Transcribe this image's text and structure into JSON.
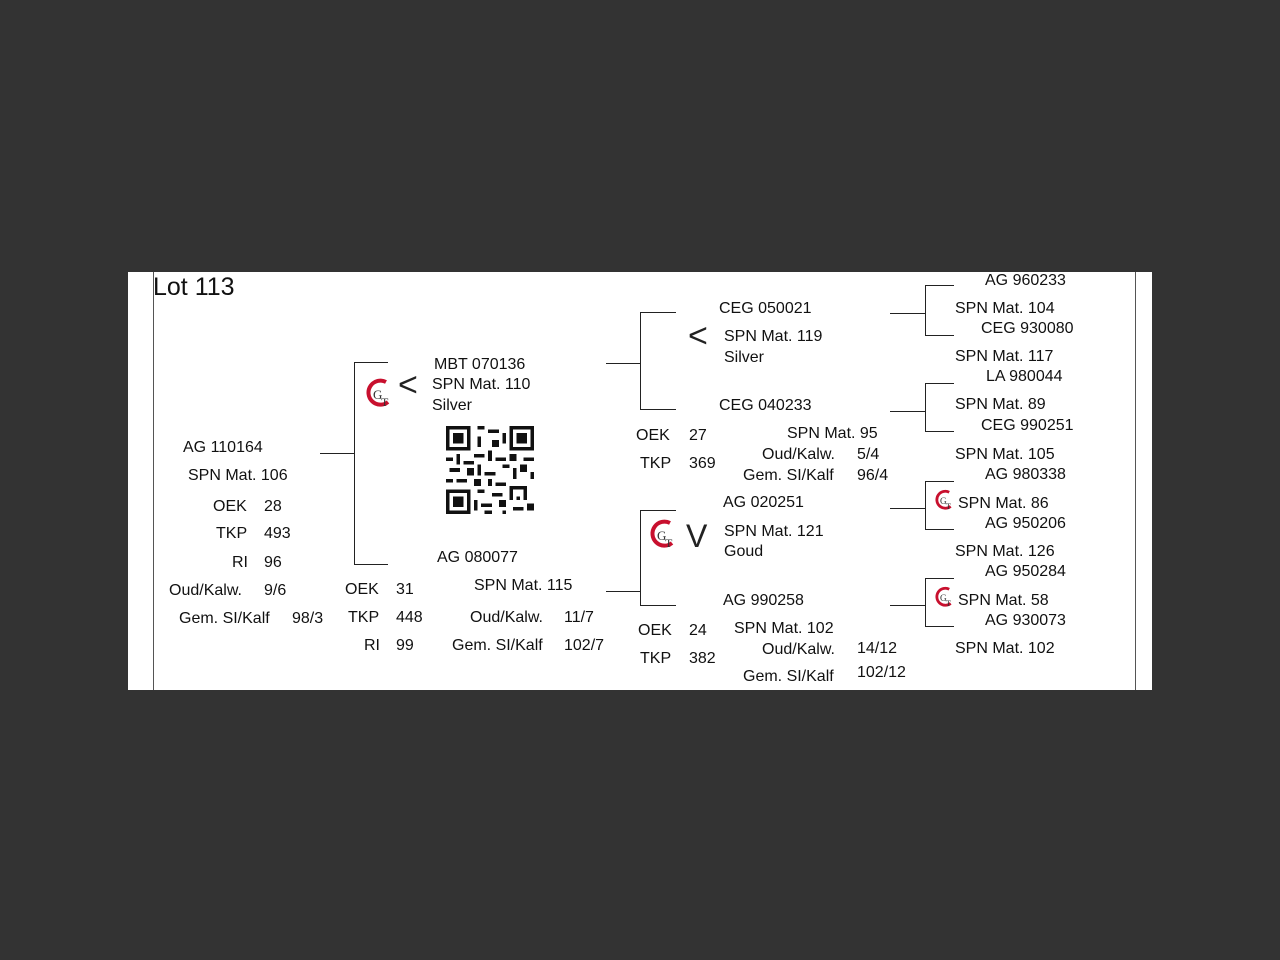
{
  "lot": "Lot 113",
  "labels": {
    "oek": "OEK",
    "tkp": "TKP",
    "ri": "RI",
    "oud_kalw": "Oud/Kalw.",
    "gem_si_kalf": "Gem. SI/Kalf",
    "silver": "Silver",
    "goud": "Goud"
  },
  "subject": {
    "id": "AG  110164",
    "spn": "SPN Mat. 106",
    "oek": "28",
    "tkp": "493",
    "ri": "96",
    "oud_kalw": "9/6",
    "gem_si_kalf": "98/3"
  },
  "sire": {
    "id": "MBT 070136",
    "spn": "SPN Mat. 110"
  },
  "dam": {
    "id": "AG  080077",
    "spn": "SPN Mat. 115",
    "oek": "31",
    "tkp": "448",
    "ri": "99",
    "oud_kalw": "11/7",
    "gem_si_kalf": "102/7"
  },
  "ss": {
    "id": "CEG 050021",
    "spn": "SPN Mat. 119"
  },
  "sd": {
    "id": "CEG 040233",
    "spn": "SPN Mat. 95",
    "oek": "27",
    "tkp": "369",
    "oud_kalw": "5/4",
    "gem_si_kalf": "96/4"
  },
  "ds": {
    "id": "AG  020251",
    "spn": "SPN Mat. 121"
  },
  "dd": {
    "id": "AG  990258",
    "spn": "SPN Mat. 102",
    "oek": "24",
    "tkp": "382",
    "oud_kalw": "14/12",
    "gem_si_kalf": "102/12"
  },
  "gg": [
    {
      "id": "AG  960233",
      "spn": "SPN Mat. 104"
    },
    {
      "id": "CEG 930080",
      "spn": "SPN Mat. 117"
    },
    {
      "id": "LA  980044",
      "spn": "SPN Mat. 89"
    },
    {
      "id": "CEG 990251",
      "spn": "SPN Mat. 105"
    },
    {
      "id": "AG  980338",
      "spn": "SPN Mat. 86"
    },
    {
      "id": "AG  950206",
      "spn": "SPN Mat. 126"
    },
    {
      "id": "AG  950284",
      "spn": "SPN Mat. 58"
    },
    {
      "id": "AG  930073",
      "spn": "SPN Mat. 102"
    }
  ],
  "icons": {
    "logo": "gt-logo-icon",
    "qr": "qr-code-icon"
  },
  "colors": {
    "background": "#333333",
    "paper": "#ffffff",
    "logo_red": "#c8102e"
  }
}
